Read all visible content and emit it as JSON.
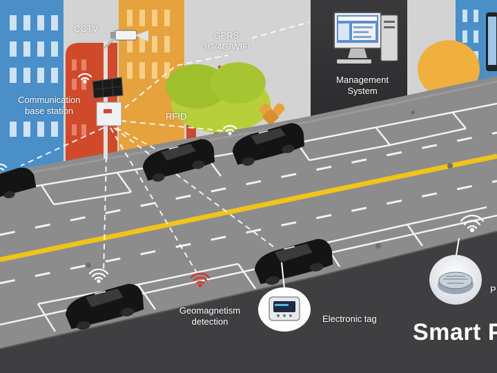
{
  "labels": {
    "cctv": "CCTV",
    "network": [
      "GPRS",
      "3G/4G/WIFI"
    ],
    "management": [
      "Management",
      "System"
    ],
    "base_station": [
      "Communication",
      "base station"
    ],
    "rfid": "RFID",
    "geomagnetism": [
      "Geomagnetism",
      "detection"
    ],
    "electronic_tag": "Electronic tag",
    "right_edge_fragment": "P",
    "title_fragment": "Smart P"
  },
  "colors": {
    "road": "#8c8c8c",
    "center_line": "#f0c419",
    "sky": "#d3d3d3",
    "dark_panel": "#3a3a3c",
    "car": "#141414"
  },
  "icons": [
    "cctv-camera-icon",
    "solar-panel-icon",
    "desktop-computer-icon",
    "wifi-signal-icon",
    "sensor-device-icon",
    "electronic-tag-icon"
  ]
}
